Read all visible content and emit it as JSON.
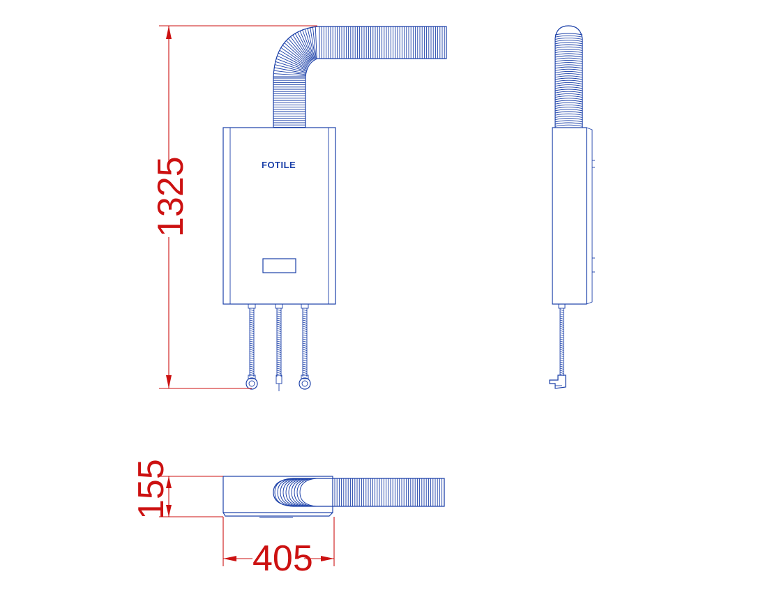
{
  "brand": "FOTILE",
  "dimensions": {
    "height": "1325",
    "depth": "155",
    "width": "405"
  },
  "colors": {
    "outline": "#1a3fa8",
    "dimension": "#cc1111"
  }
}
